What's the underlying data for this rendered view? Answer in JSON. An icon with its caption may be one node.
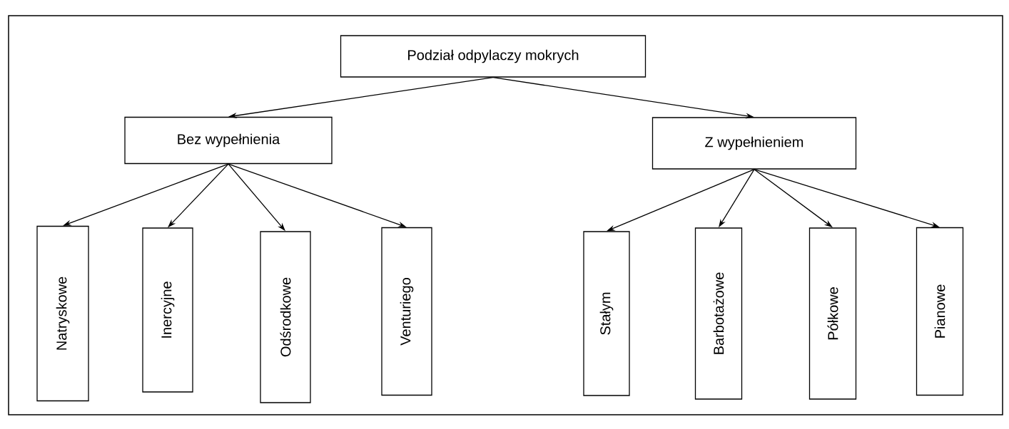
{
  "diagram": {
    "nodes": [
      {
        "text": [
          "Podział odpylaczy mokrych"
        ]
      },
      {
        "text": [
          "Bez wypełnienia"
        ]
      },
      {
        "text": [
          "Z wypełnieniem"
        ]
      },
      {
        "text": [
          "Natryskowe"
        ]
      },
      {
        "text": [
          "Inercyjne"
        ]
      },
      {
        "text": [
          "Odśrodkowe"
        ]
      },
      {
        "text": [
          "Venturiego"
        ]
      },
      {
        "text": [
          "Stałym"
        ]
      },
      {
        "text": [
          "Barbotażowe"
        ]
      },
      {
        "text": [
          "Półkowe"
        ]
      },
      {
        "text": [
          "Pianowe"
        ]
      }
    ],
    "edges": [
      {
        "from": 0,
        "to": 1,
        "arrow": "to"
      },
      {
        "from": 0,
        "to": 2,
        "arrow": "to"
      },
      {
        "from": 1,
        "to": 3,
        "arrow": "to"
      },
      {
        "from": 1,
        "to": 4,
        "arrow": "to"
      },
      {
        "from": 1,
        "to": 5,
        "arrow": "to"
      },
      {
        "from": 1,
        "to": 6,
        "arrow": "to"
      },
      {
        "from": 2,
        "to": 7,
        "arrow": "to"
      },
      {
        "from": 2,
        "to": 8,
        "arrow": "to"
      },
      {
        "from": 2,
        "to": 9,
        "arrow": "to"
      },
      {
        "from": 2,
        "to": 10,
        "arrow": "to"
      }
    ]
  }
}
